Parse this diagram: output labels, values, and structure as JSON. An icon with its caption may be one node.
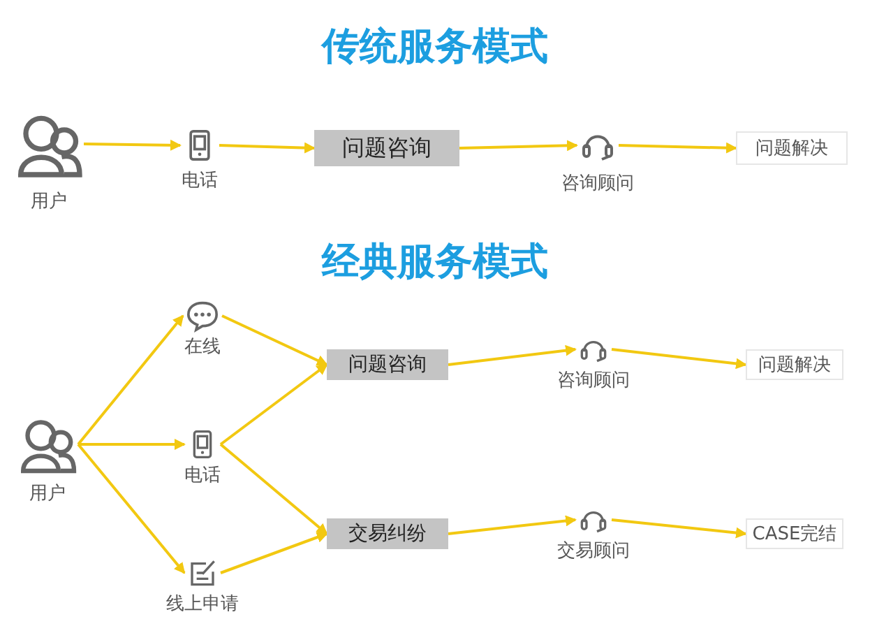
{
  "diagram": {
    "title": "传统服务模式",
    "nodes": [
      {
        "text": [
          "用户"
        ]
      },
      {
        "text": [
          "电话"
        ]
      },
      {
        "text": [
          "问题咨询"
        ]
      },
      {
        "text": [
          "咨询顾问"
        ]
      },
      {
        "text": [
          "问题解决"
        ]
      },
      {
        "text": [
          "用户"
        ]
      },
      {
        "text": [
          "在线"
        ]
      },
      {
        "text": [
          "电话"
        ]
      },
      {
        "text": [
          "线上申请"
        ]
      },
      {
        "text": [
          "问题咨询"
        ]
      },
      {
        "text": [
          "交易纠纷"
        ]
      },
      {
        "text": [
          "咨询顾问"
        ]
      },
      {
        "text": [
          "交易顾问"
        ]
      },
      {
        "text": [
          "问题解决"
        ]
      },
      {
        "text": [
          "CASE完结"
        ]
      }
    ],
    "edges": [
      {
        "from": 0,
        "to": 1,
        "arrow": "to"
      },
      {
        "from": 1,
        "to": 2,
        "arrow": "to"
      },
      {
        "from": 2,
        "to": 3,
        "arrow": "to"
      },
      {
        "from": 3,
        "to": 4,
        "arrow": "to"
      },
      {
        "from": 5,
        "to": 6,
        "arrow": "to"
      },
      {
        "from": 5,
        "to": 7,
        "arrow": "to"
      },
      {
        "from": 5,
        "to": 8,
        "arrow": "to"
      },
      {
        "from": 6,
        "to": 9,
        "arrow": "to"
      },
      {
        "from": 7,
        "to": 9,
        "arrow": "to"
      },
      {
        "from": 7,
        "to": 10,
        "arrow": "to"
      },
      {
        "from": 8,
        "to": 10,
        "arrow": "to"
      },
      {
        "from": 9,
        "to": 11,
        "arrow": "to"
      },
      {
        "from": 11,
        "to": 13,
        "arrow": "to"
      },
      {
        "from": 10,
        "to": 12,
        "arrow": "to"
      },
      {
        "from": 12,
        "to": 14,
        "arrow": "to"
      }
    ],
    "labels": [
      "经典服务模式"
    ]
  }
}
